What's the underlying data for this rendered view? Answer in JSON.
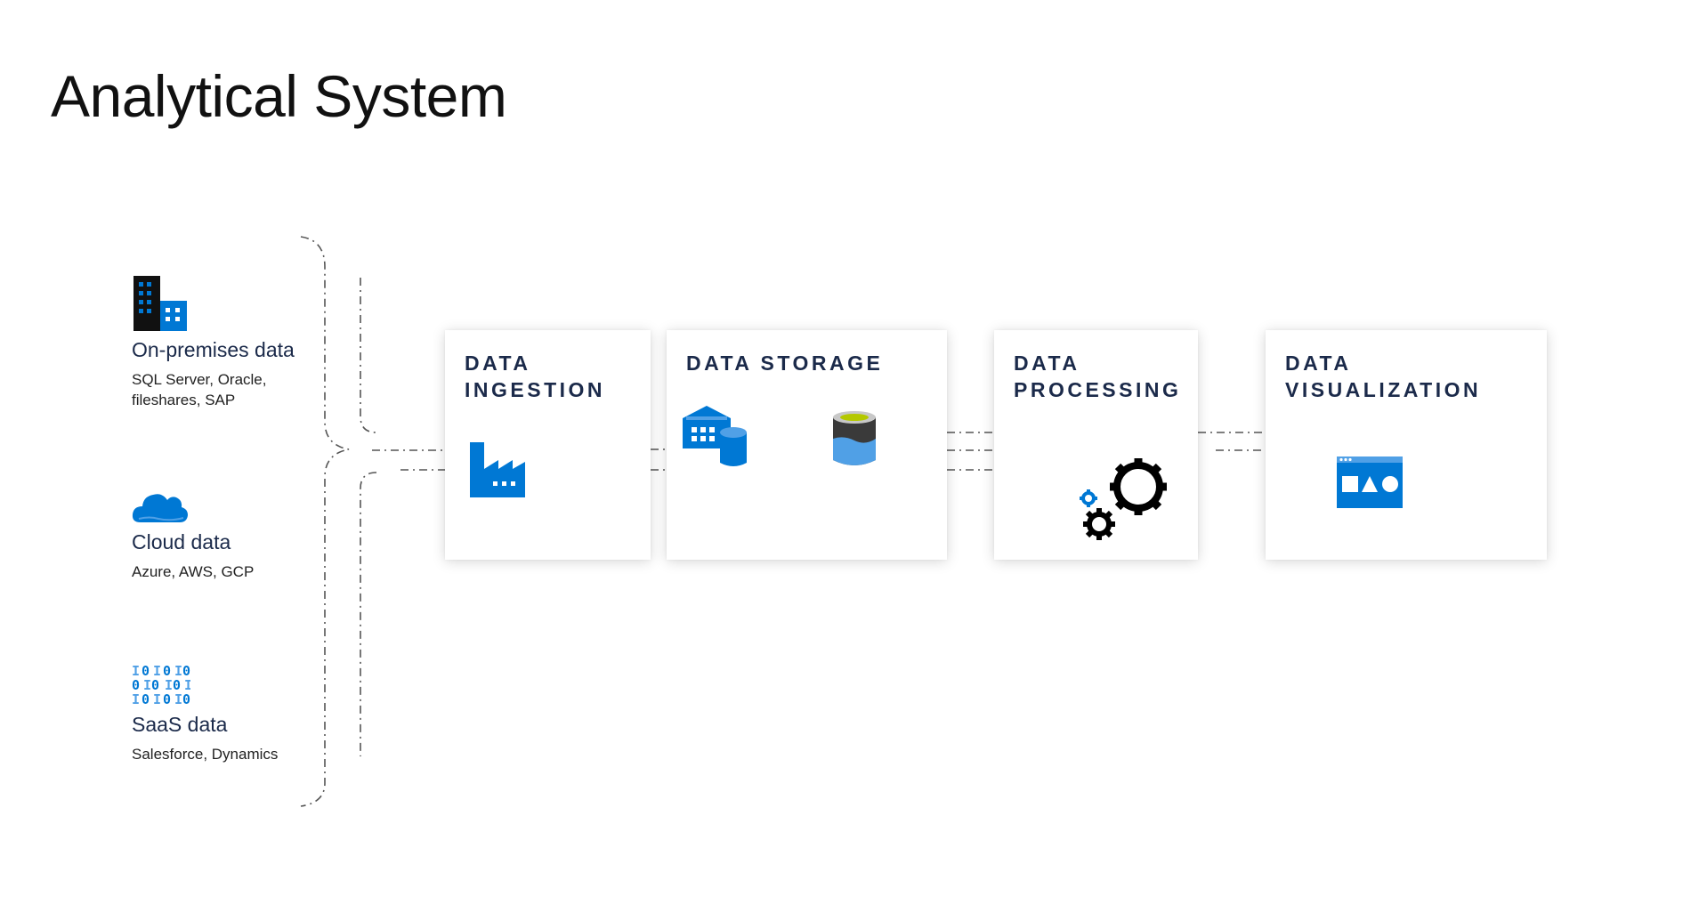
{
  "title": "Analytical System",
  "sources": [
    {
      "name": "On-premises data",
      "detail": "SQL Server, Oracle,\nfileshares, SAP",
      "icon": "buildings-icon"
    },
    {
      "name": "Cloud data",
      "detail": "Azure, AWS, GCP",
      "icon": "cloud-icon"
    },
    {
      "name": "SaaS data",
      "detail": "Salesforce, Dynamics",
      "icon": "binary-data-icon"
    }
  ],
  "stages": [
    {
      "label": "DATA\nINGESTION",
      "icon": "factory-icon"
    },
    {
      "label": "DATA STORAGE",
      "icons": [
        "data-warehouse-icon",
        "data-lake-icon"
      ]
    },
    {
      "label": "DATA\nPROCESSING",
      "icon": "gears-icon"
    },
    {
      "label": "DATA\nVISUALIZATION",
      "icon": "dashboard-icon"
    }
  ],
  "colors": {
    "accent_blue": "#0078d4",
    "light_blue": "#50a0e6",
    "dark": "#111111",
    "label_navy": "#1b2a4a",
    "connector_gray": "#555555"
  }
}
